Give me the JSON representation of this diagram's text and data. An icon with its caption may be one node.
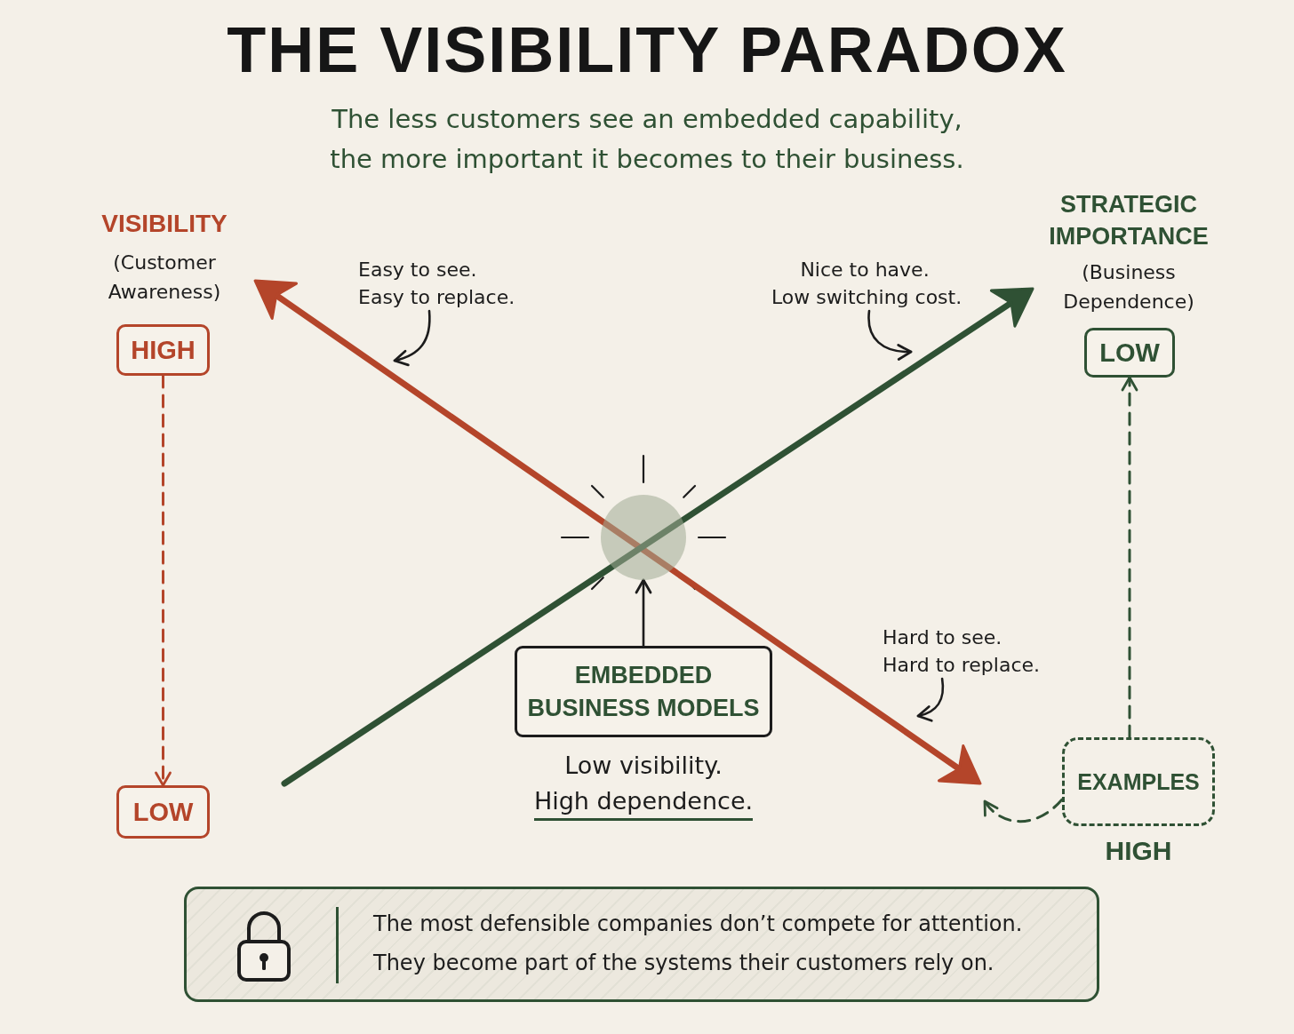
{
  "diagram": {
    "title": "THE VISIBILITY PARADOX",
    "nodes": [
      {
        "text": [
          "Easy to see.",
          "Easy to replace."
        ]
      },
      {
        "text": [
          "Nice to have.",
          "Low switching cost."
        ]
      },
      {
        "text": [
          "HIGH"
        ]
      },
      {
        "text": [
          "LOW"
        ]
      },
      {
        "text": [],
        "shape": "circle"
      },
      {
        "text": [
          "Hard to see.",
          "Hard to replace."
        ]
      },
      {
        "text": [
          "EMBEDDED BUSINESS MODELS"
        ],
        "beside": [
          "Low visibility.",
          "High dependence."
        ]
      },
      {
        "text": [
          "EXAMPLES"
        ],
        "beside": [
          "HIGH"
        ]
      },
      {
        "text": [
          "LOW"
        ]
      },
      {
        "text": [
          "The most defensible companies don’t compete for attention.",
          "They become part of the systems their customers rely on."
        ]
      }
    ],
    "edges": [
      {
        "from": 0,
        "to": null,
        "arrow": "to"
      },
      {
        "from": 1,
        "to": null,
        "arrow": "to"
      },
      {
        "from": 2,
        "to": 8,
        "arrow": "to",
        "style": "dashed",
        "color": "#b4452a"
      },
      {
        "from": 7,
        "to": 3,
        "arrow": "to",
        "style": "dashed",
        "color": "#2f5134"
      },
      {
        "from": 6,
        "to": 4,
        "arrow": "to"
      },
      {
        "from": 5,
        "to": null,
        "arrow": "to"
      },
      {
        "from": 7,
        "to": null,
        "arrow": "to",
        "style": "dashed",
        "color": "#2f5134"
      }
    ],
    "labels": [
      "The less customers see an embedded capability, the more important it becomes to their business.",
      "VISIBILITY",
      "(Customer Awareness)",
      "STRATEGIC IMPORTANCE",
      "(Business Dependence)"
    ]
  }
}
